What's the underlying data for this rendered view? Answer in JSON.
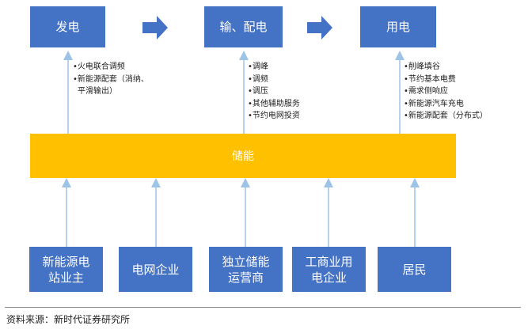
{
  "top": [
    {
      "label": "发电",
      "notes": [
        "•火电联合调频",
        "•新能源配套（消纳、",
        "平滑输出）"
      ]
    },
    {
      "label": "输、配电",
      "notes": [
        "•调峰",
        "•调频",
        "•调压",
        "•其他辅助服务",
        "•节约电网投资"
      ]
    },
    {
      "label": "用电",
      "notes": [
        "•削峰填谷",
        "•节约基本电费",
        "•需求侧响应",
        "•新能源汽车充电",
        "•新能源配套（分布式）"
      ]
    }
  ],
  "center": "储能",
  "bottom": [
    {
      "label": "新能源电\n站业主"
    },
    {
      "label": "电网企业"
    },
    {
      "label": "独立储能\n运营商"
    },
    {
      "label": "工商业用\n电企业"
    },
    {
      "label": "居民"
    }
  ],
  "source": "资料来源：新时代证券研究所",
  "colors": {
    "box": "#4472c4",
    "storage": "#ffc000",
    "arrow": "#4472c4",
    "line": "#9dc3e6"
  }
}
